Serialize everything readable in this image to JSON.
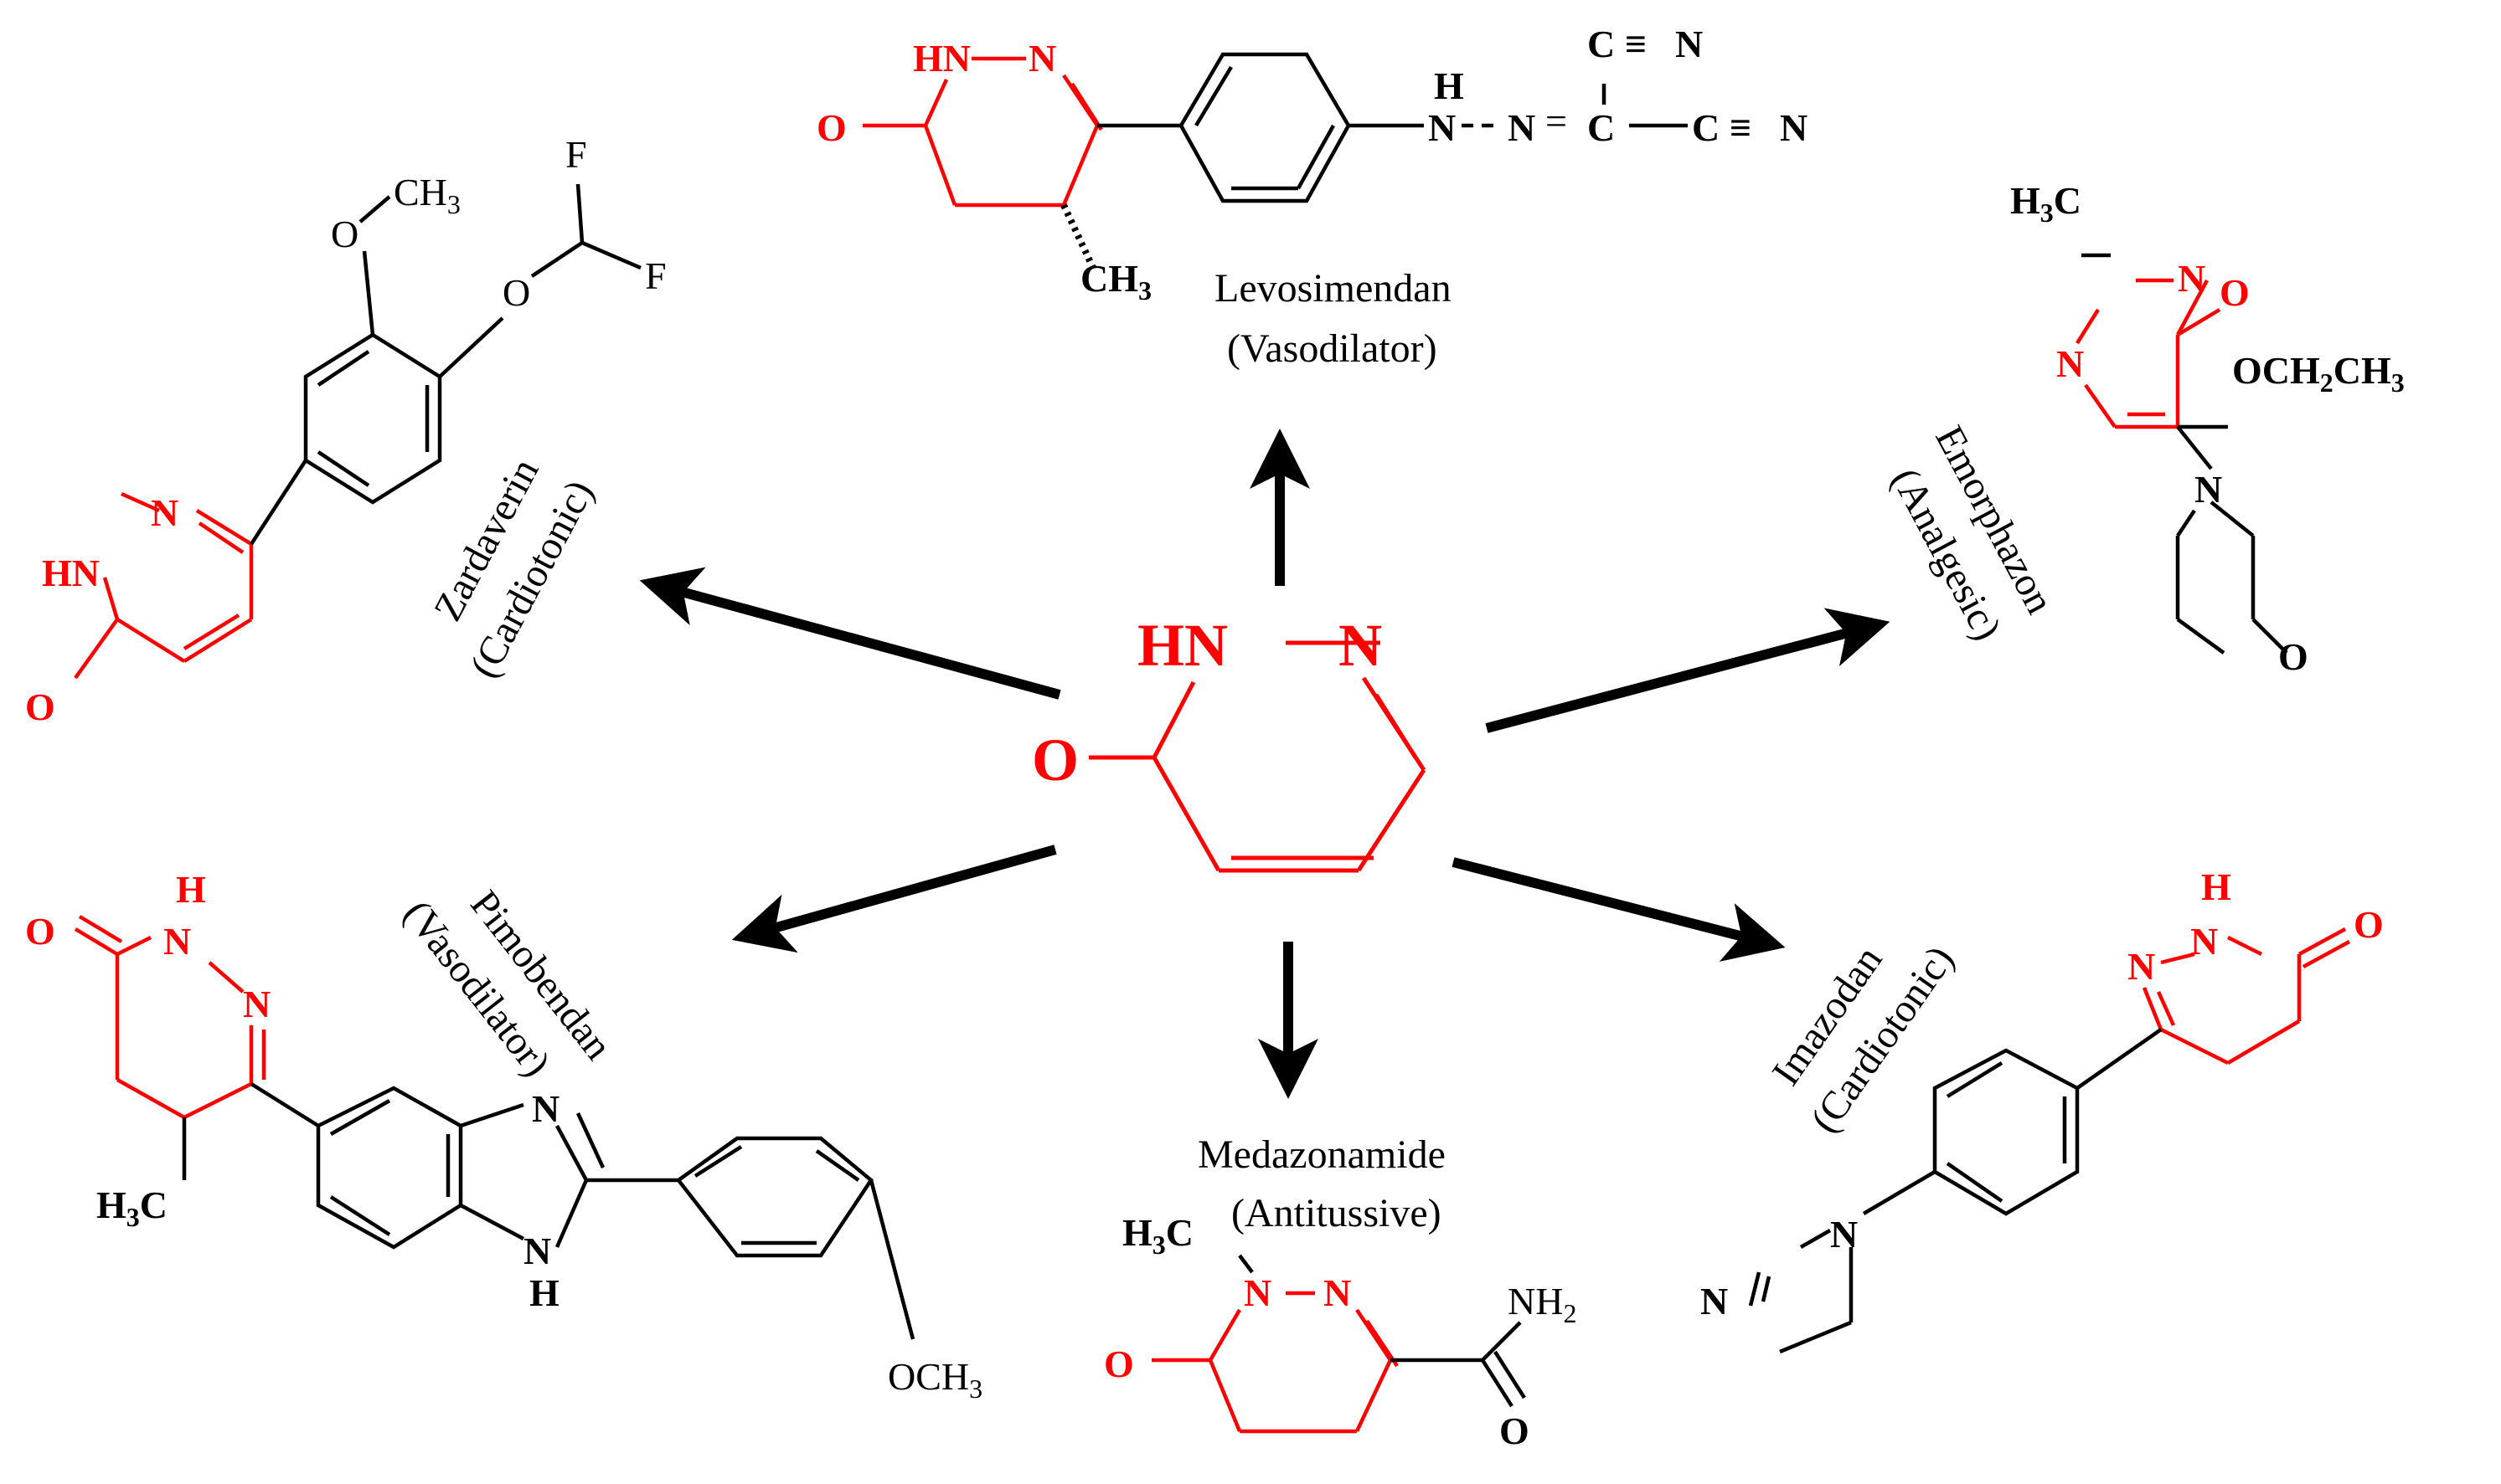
{
  "colors": {
    "core": "#ff0000",
    "ink": "#000000",
    "background": "#ffffff"
  },
  "core": {
    "atoms": {
      "nh": "HN",
      "n": "N",
      "o": "O"
    }
  },
  "compounds": [
    {
      "id": "levosimendan",
      "name": "Levosimendan",
      "activity": "(Vasodilator)",
      "atoms": {
        "hn": "HN",
        "n": "N",
        "o": "O",
        "ch3": "CH",
        "ch3_sub": "3",
        "h": "H",
        "n1": "N",
        "n2": "N",
        "c1": "C",
        "c2": "C",
        "c3": "C",
        "n3": "N",
        "n4": "N",
        "triple": "≡"
      }
    },
    {
      "id": "zardaverin",
      "name": "Zardaverin",
      "activity": "(Cardiotonic)",
      "atoms": {
        "o1": "O",
        "ch3": "CH",
        "ch3_sub": "3",
        "o2": "O",
        "f1": "F",
        "f2": "F",
        "n": "N",
        "hn": "HN",
        "o": "O"
      }
    },
    {
      "id": "emorphazon",
      "name": "Emorphazon",
      "activity": "(Analgesic)",
      "atoms": {
        "h3c": "H",
        "h3c_sub": "3",
        "h3c_c": "C",
        "o": "O",
        "n1": "N",
        "n2": "N",
        "och2ch3_a": "OCH",
        "och2ch3_sub1": "2",
        "och2ch3_b": "CH",
        "och2ch3_sub2": "3",
        "nm": "N",
        "om": "O"
      }
    },
    {
      "id": "pimobendan",
      "name": "Pimobendan",
      "activity": "(Vasodilator)",
      "atoms": {
        "o": "O",
        "h": "H",
        "n1": "N",
        "n2": "N",
        "h3c": "H",
        "h3c_sub": "3",
        "h3c_c": "C",
        "nb1": "N",
        "nb2": "N",
        "hb": "H",
        "och3": "OCH",
        "och3_sub": "3"
      }
    },
    {
      "id": "medazonamide",
      "name": "Medazonamide",
      "activity": "(Antitussive)",
      "atoms": {
        "h3c": "H",
        "h3c_sub": "3",
        "h3c_c": "C",
        "n1": "N",
        "n2": "N",
        "o": "O",
        "nh2": "NH",
        "nh2_sub": "2",
        "o2": "O"
      }
    },
    {
      "id": "imazodan",
      "name": "Imazodan",
      "activity": "(Cardiotonic)",
      "atoms": {
        "h": "H",
        "n1": "N",
        "n2": "N",
        "o": "O",
        "ni1": "N",
        "ni2": "N"
      }
    }
  ]
}
